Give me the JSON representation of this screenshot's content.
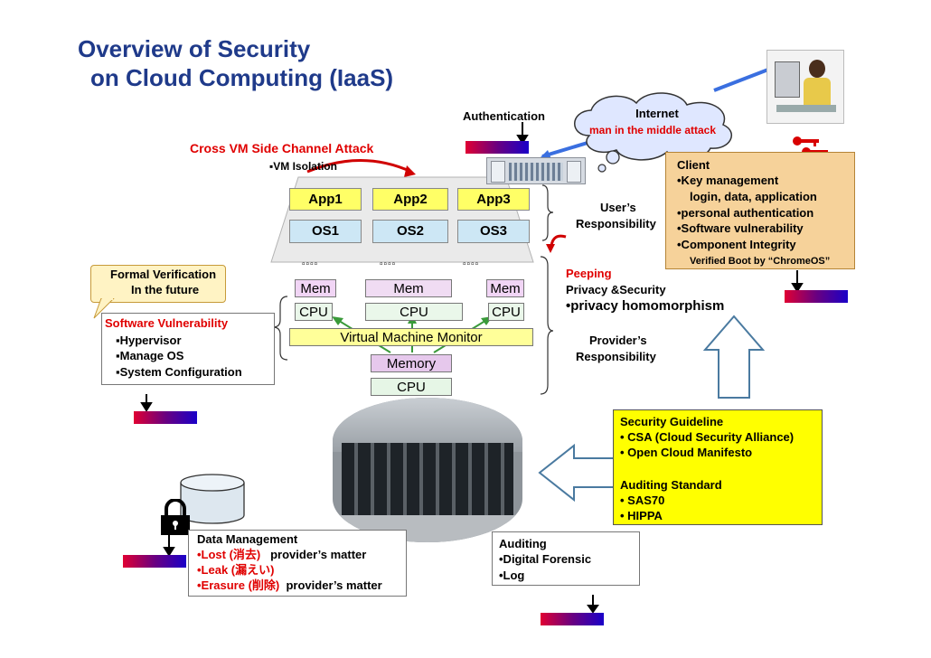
{
  "title": {
    "line1": "Overview of Security",
    "line2": "on Cloud Computing (IaaS)"
  },
  "authentication": "Authentication",
  "internet": {
    "label": "Internet",
    "mitm": "man in the middle attack"
  },
  "cross_vm": {
    "label": "Cross VM Side Channel Attack",
    "isolation": "VM Isolation"
  },
  "apps": [
    "App1",
    "App2",
    "App3"
  ],
  "oses": [
    "OS1",
    "OS2",
    "OS3"
  ],
  "mems": [
    "Mem",
    "Mem",
    "Mem"
  ],
  "cpus": [
    "CPU",
    "CPU",
    "CPU"
  ],
  "vmm": "Virtual Machine Monitor",
  "memory": "Memory",
  "cpu_bottom": "CPU",
  "users_responsibility": {
    "line1": "User’s",
    "line2": "Responsibility"
  },
  "providers_responsibility": {
    "line1": "Provider’s",
    "line2": "Responsibility"
  },
  "peeping": {
    "title": "Peeping",
    "line1": "Privacy &Security",
    "line2": "•privacy homomorphism"
  },
  "formal_verification": {
    "line1": "Formal Verification",
    "line2": "In the  future"
  },
  "software_vulnerability": {
    "title": "Software Vulnerability",
    "items": [
      "Hypervisor",
      "Manage OS",
      "System Configuration"
    ]
  },
  "client": {
    "title": "Client",
    "items": [
      "•Key management",
      "login, data, application",
      "•personal authentication",
      "•Software vulnerability",
      "•Component Integrity",
      "Verified Boot by “ChromeOS”"
    ]
  },
  "guideline": {
    "title": "Security Guideline",
    "items": [
      "• CSA (Cloud Security Alliance)",
      "• Open Cloud Manifesto"
    ],
    "audit_title": "Auditing Standard",
    "audit_items": [
      "• SAS70",
      "• HIPPA"
    ]
  },
  "data_management": {
    "title": "Data Management",
    "items": [
      {
        "head": "•Lost (消去)",
        "tail": "provider’s matter"
      },
      {
        "head": "•Leak (漏えい)",
        "tail": ""
      },
      {
        "head": "•Erasure (削除)",
        "tail": "provider’s matter"
      }
    ]
  },
  "auditing": {
    "title": "Auditing",
    "items": [
      "•Digital Forensic",
      "•Log"
    ]
  },
  "colors": {
    "title": "#1f3a8a",
    "warning": "#e00000",
    "yellow_box": "#ffff00",
    "bar_start": "#e00033",
    "bar_end": "#1a00c8"
  }
}
